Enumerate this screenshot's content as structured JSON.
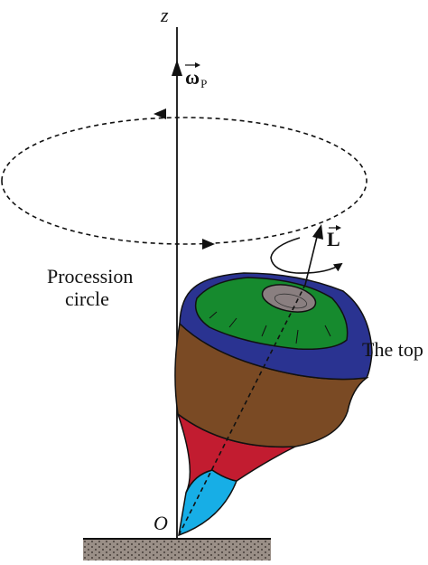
{
  "labels": {
    "z_axis": "z",
    "omega_symbol": "ω",
    "omega_subscript": "P",
    "angular_momentum": "L",
    "procession_line1": "Procession",
    "procession_line2": "circle",
    "top": "The top",
    "origin": "O"
  },
  "colors": {
    "brown": "#7a4a24",
    "green": "#168a2e",
    "blue": "#2a3391",
    "red": "#c21c30",
    "cyan": "#17aee6",
    "grey_cap": "#8a7f80",
    "ground": "#9a8f87"
  }
}
